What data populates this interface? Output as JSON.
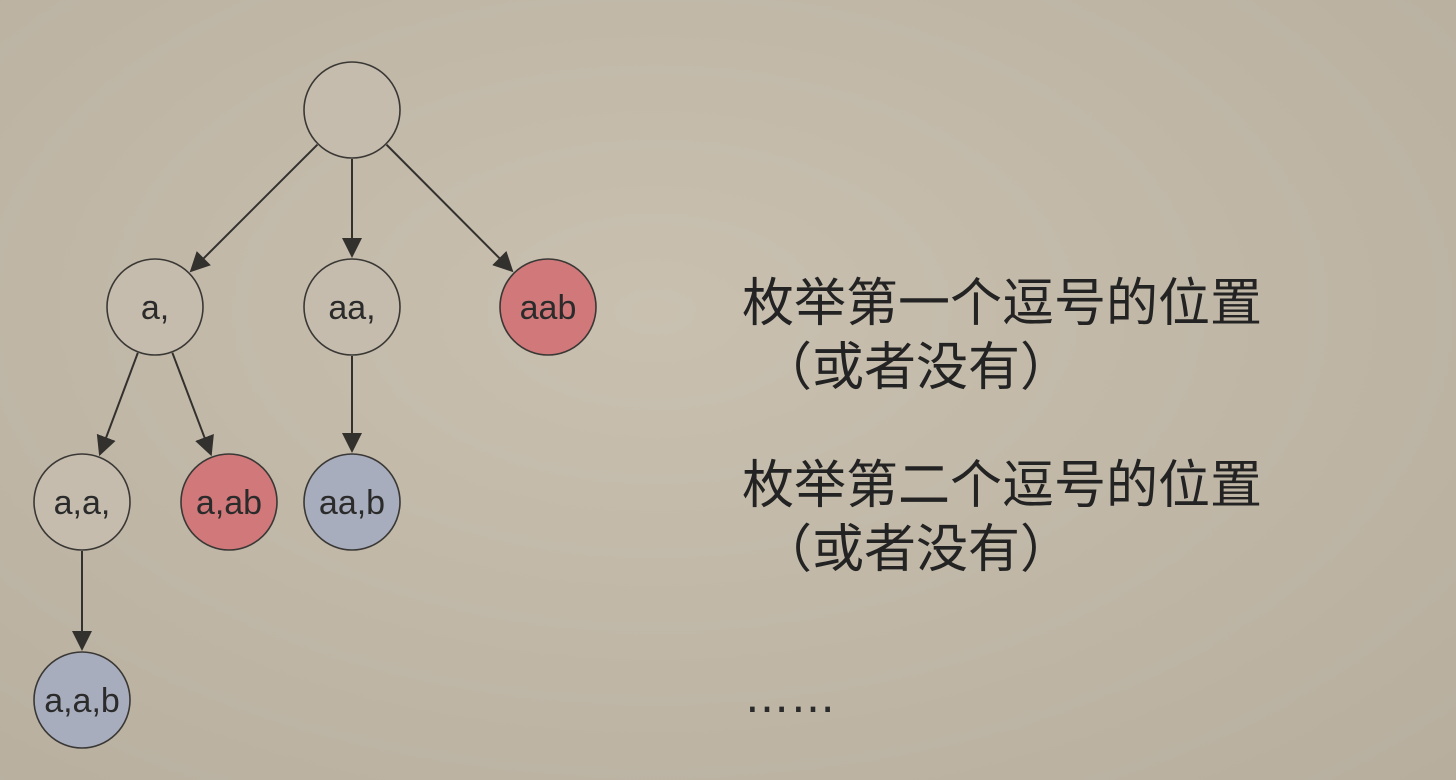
{
  "diagram": {
    "type": "tree",
    "colors": {
      "plain": "#c5bcad",
      "red": "#d0787a",
      "blue": "#a7adbd",
      "stroke": "#3a3835",
      "edge": "#33312e"
    },
    "nodes": [
      {
        "id": "root",
        "label": "",
        "fill": "plain"
      },
      {
        "id": "a_",
        "label": "a,",
        "fill": "plain"
      },
      {
        "id": "aa_",
        "label": "aa,",
        "fill": "plain"
      },
      {
        "id": "aab",
        "label": "aab",
        "fill": "red"
      },
      {
        "id": "a_a_",
        "label": "a,a,",
        "fill": "plain"
      },
      {
        "id": "a_ab",
        "label": "a,ab",
        "fill": "red"
      },
      {
        "id": "aa_b",
        "label": "aa,b",
        "fill": "blue"
      },
      {
        "id": "a_a_b",
        "label": "a,a,b",
        "fill": "blue"
      }
    ],
    "edges": [
      [
        "root",
        "a_"
      ],
      [
        "root",
        "aa_"
      ],
      [
        "root",
        "aab"
      ],
      [
        "a_",
        "a_a_"
      ],
      [
        "a_",
        "a_ab"
      ],
      [
        "aa_",
        "aa_b"
      ],
      [
        "a_a_",
        "a_a_b"
      ]
    ]
  },
  "notes": [
    {
      "line": "枚举第一个逗号的位置",
      "sub": "（或者没有）"
    },
    {
      "line": "枚举第二个逗号的位置",
      "sub": "（或者没有）"
    }
  ],
  "ellipsis": "……"
}
